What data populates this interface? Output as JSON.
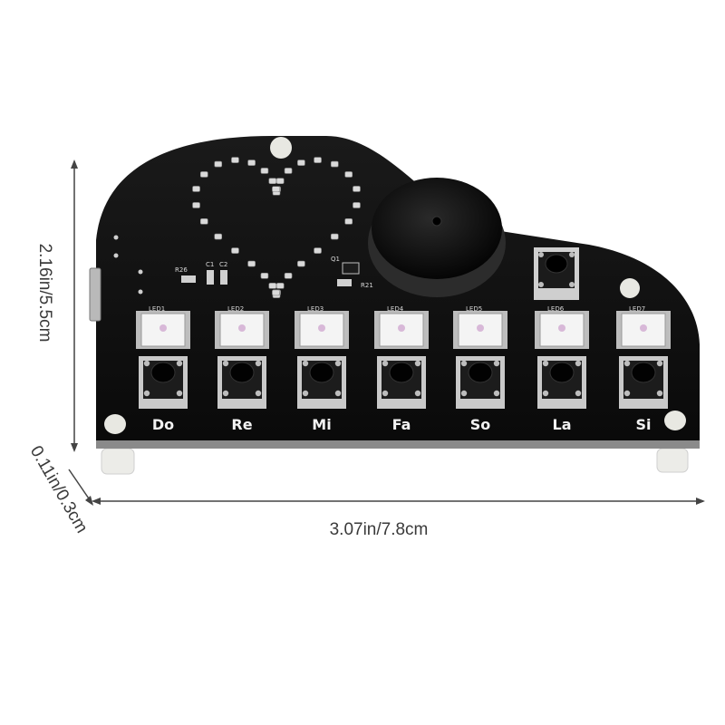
{
  "dimensions": {
    "height": "2.16in/5.5cm",
    "width": "3.07in/7.8cm",
    "thickness": "0.11in/0.3cm"
  },
  "board": {
    "notes": [
      "Do",
      "Re",
      "Mi",
      "Fa",
      "So",
      "La",
      "Si"
    ],
    "led_labels": [
      "LED1",
      "LED2",
      "LED3",
      "LED4",
      "LED5",
      "LED6",
      "LED7"
    ],
    "components": {
      "r26": "R26",
      "c1": "C1",
      "c2": "C2",
      "q1": "Q1",
      "r21": "R21"
    }
  },
  "colors": {
    "board": "#121212",
    "silkscreen": "#f2f2f2",
    "dimension_line": "#444444",
    "standoff": "#eeeeea",
    "buzzer": "#0b0b0b"
  },
  "icons": {
    "buzzer": "buzzer-icon",
    "heart": "heart-led-icon"
  }
}
